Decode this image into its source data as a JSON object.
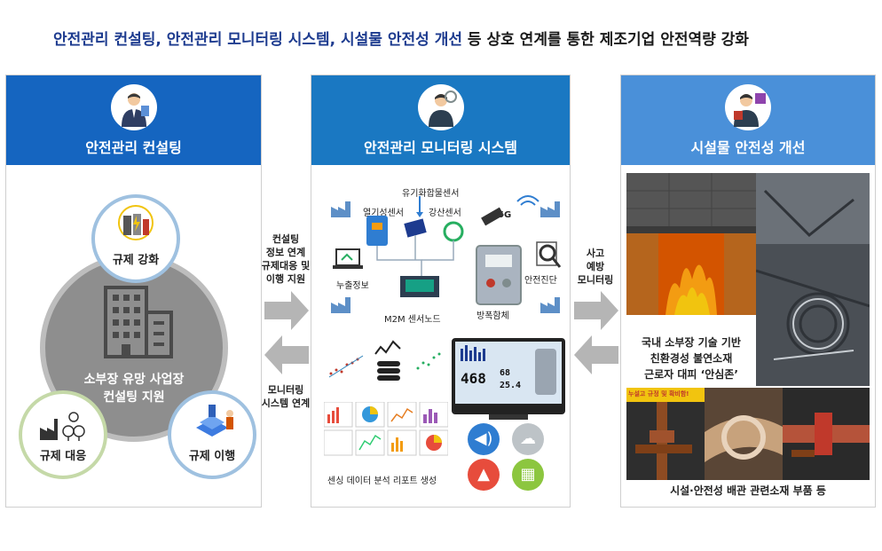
{
  "headline": {
    "highlight": "안전관리 컨설팅, 안전관리 모니터링 시스템, 시설물 안전성 개선",
    "rest": " 등 상호 연계를 통한 제조기업 안전역량 강화"
  },
  "panel_consulting": {
    "title": "안전관리 컨설팅",
    "center_line1": "소부장 유망 사업장",
    "center_line2": "컨설팅 지원",
    "circle_strengthen": "규제 강화",
    "circle_response": "규제 대응",
    "circle_implement": "규제 이행"
  },
  "arrow_left": {
    "top_lines": [
      "컨설팅",
      "정보 연계",
      "규제대응 및",
      "이행 지원"
    ],
    "bottom_lines": [
      "모니터링",
      "시스템 연계"
    ]
  },
  "panel_monitoring": {
    "title": "안전관리 모니터링 시스템",
    "sensor_organic": "유기화합물센서",
    "sensor_heat": "열기성센서",
    "sensor_acid": "강산센서",
    "net_5g": "5G",
    "leak_info": "누출정보",
    "safety_diag": "안전진단",
    "m2m_node": "M2M 센서노드",
    "explosion_box": "방폭함체",
    "report_caption": "센싱 데이터 분석 리포트 생성",
    "monitor_value1": "468",
    "monitor_value2": "68",
    "monitor_value3": "25.4"
  },
  "arrow_right": {
    "top_lines": [
      "사고",
      "예방",
      "모니터링"
    ]
  },
  "panel_facility": {
    "title": "시설물 안전성 개선",
    "caption_line1": "국내 소부장 기술 기반",
    "caption_line2": "친환경성 불연소재",
    "caption_line3": "근로자 대피 ‘안심존’",
    "sign_text": "누설고 규정 및 확비함!",
    "bottom_caption": "시설·안전성 배관 관련소재 부품 등"
  },
  "colors": {
    "headline_blue": "#1d3b8f",
    "panel1": "#1565c0",
    "panel2": "#1a78c2",
    "panel3": "#4a90d9",
    "arrow_gray": "#b5b5b5"
  }
}
